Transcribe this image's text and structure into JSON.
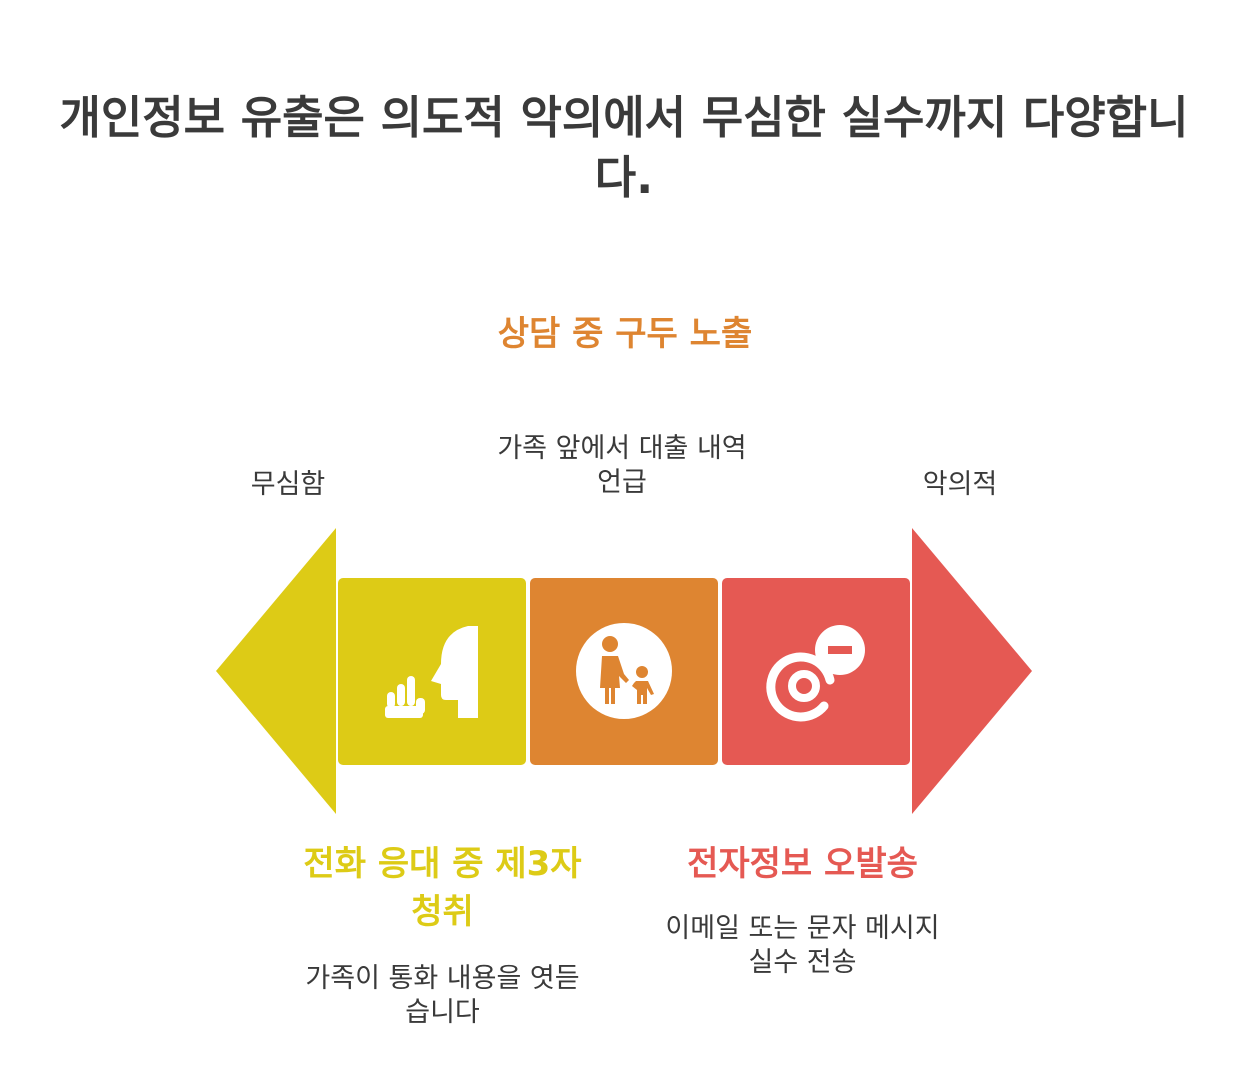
{
  "title": "개인정보 유출은 의도적 악의에서 무심한 실수까지 다양합니다.",
  "scale": {
    "left_label": "무심함",
    "right_label": "악의적"
  },
  "items": [
    {
      "title": "전화 응대 중 제3자 청취",
      "description": "가족이 통화 내용을 엿듣습니다",
      "color": "#DDCB16",
      "icon": "eavesdropping-icon"
    },
    {
      "title": "상담 중 구두 노출",
      "description": "가족 앞에서 대출 내역 언급",
      "color": "#DE8531",
      "icon": "parent-child-icon"
    },
    {
      "title": "전자정보 오발송",
      "description": "이메일 또는 문자 메시지 실수 전송",
      "color": "#E55953",
      "icon": "email-remove-icon"
    }
  ]
}
